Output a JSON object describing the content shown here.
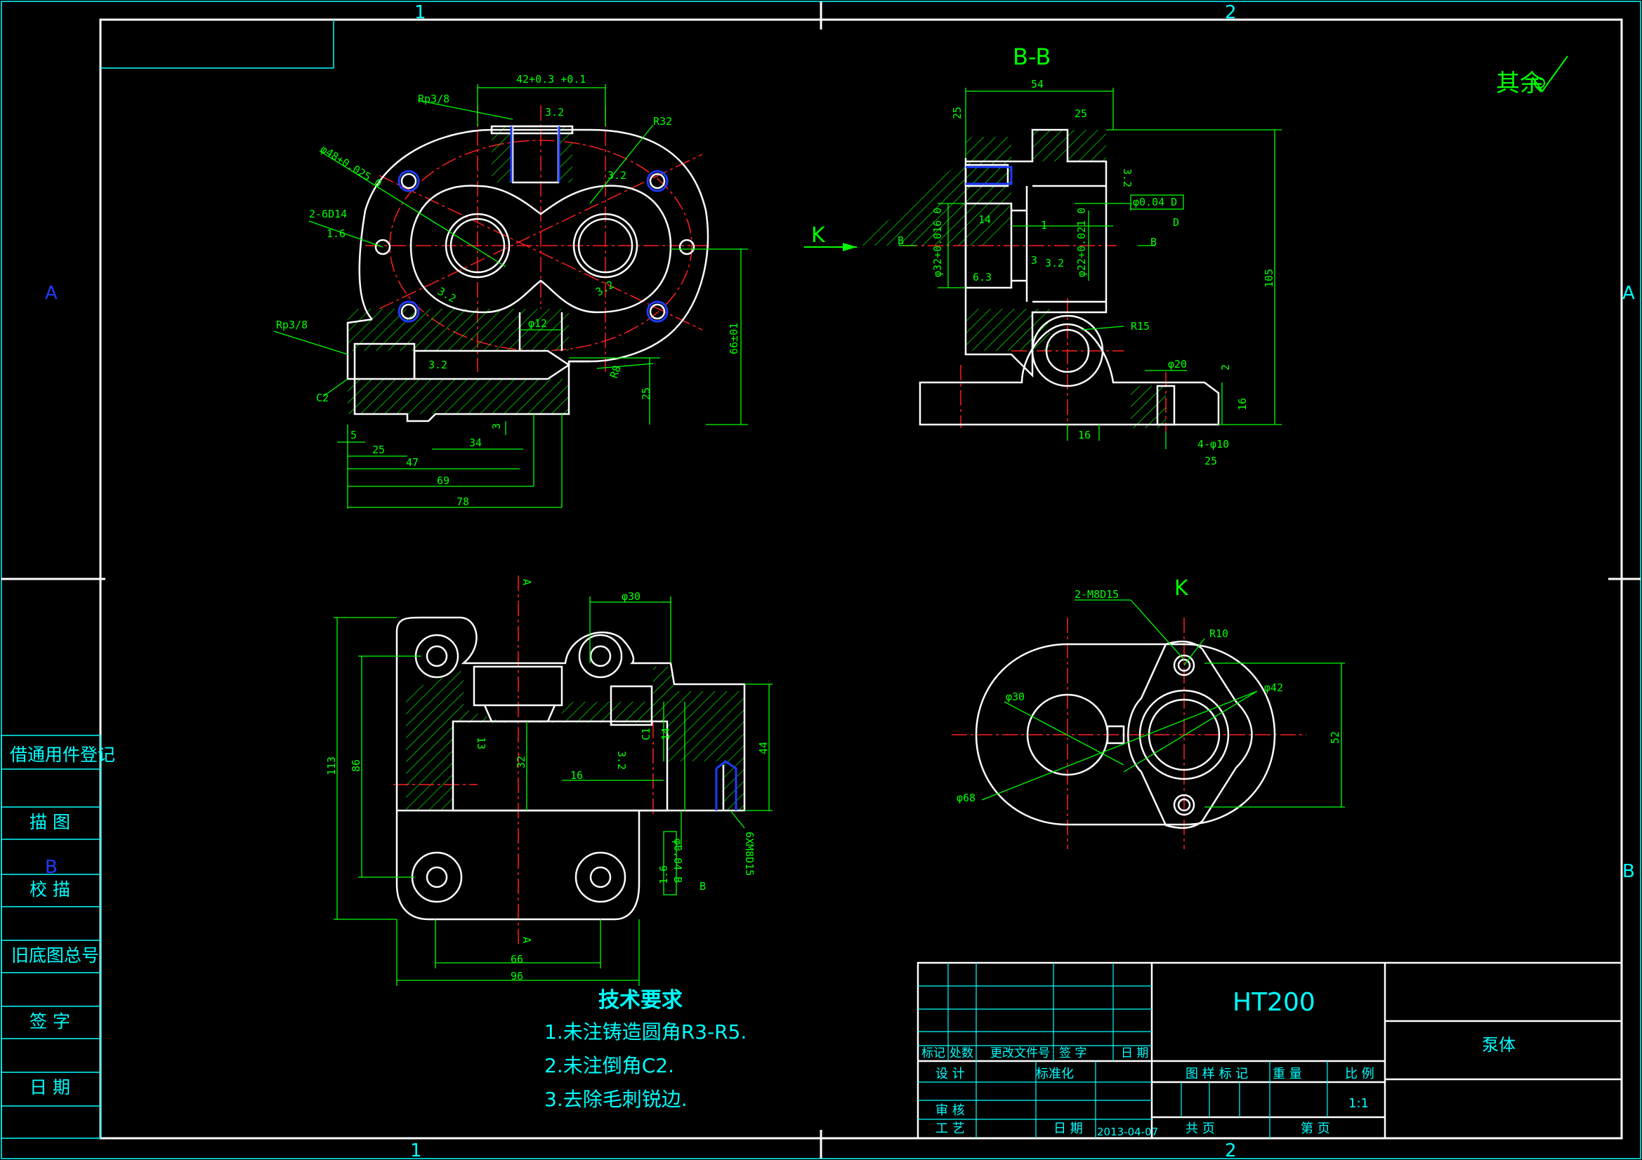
{
  "zone_markers": {
    "top": [
      "1",
      "2"
    ],
    "bottom": [
      "1",
      "2"
    ],
    "left": [
      "A",
      "B"
    ],
    "right": [
      "A",
      "B"
    ]
  },
  "section_titles": {
    "bb": "B-B",
    "k_view": "K",
    "view_arrow_k": "K",
    "section_a": "A"
  },
  "surface_note": "其余",
  "left_panel": [
    "借通用件登记",
    "描  图",
    "校  描",
    "旧底图总号",
    "签  字",
    "日  期"
  ],
  "top_view": {
    "dims": [
      "42+0.3 +0.1",
      "Rp3/8",
      "3.2",
      "R32",
      "φ48+0.025 0",
      "2-6D14",
      "1.6",
      "Rp3/8",
      "φ12",
      "C2",
      "R8",
      "25",
      "66±01",
      "5",
      "25",
      "47",
      "34",
      "69",
      "78",
      "3.2",
      "3.2",
      "3.2",
      "3.2",
      "3"
    ]
  },
  "section_bb": {
    "dims": [
      "54",
      "25",
      "25",
      "3.2",
      "φ0.04 D",
      "D",
      "14",
      "1",
      "B",
      "B",
      "φ32+0.016 0",
      "φ22+0.021 0",
      "3",
      "3.2",
      "6.3",
      "105",
      "R15",
      "φ20",
      "2",
      "16",
      "16",
      "4-φ10",
      "25"
    ]
  },
  "section_aa": {
    "dims": [
      "φ30",
      "113",
      "86",
      "13",
      "32",
      "16",
      "3.2",
      "C1",
      "14",
      "44",
      "1.6",
      "6XM8D15",
      "φ0.04 B",
      "B",
      "66",
      "96",
      "A",
      "A"
    ]
  },
  "view_k": {
    "dims": [
      "2-M8D15",
      "R10",
      "φ30",
      "φ42",
      "52",
      "φ68"
    ]
  },
  "tech_requirements": {
    "title": "技术要求",
    "items": [
      "1.未注铸造圆角R3-R5.",
      "2.未注倒角C2.",
      "3.去除毛刺锐边."
    ]
  },
  "title_block": {
    "material": "HT200",
    "part_name": "泵体",
    "headers": [
      "标记",
      "处数",
      "更改文件号",
      "签 字",
      "日 期"
    ],
    "design": "设 计",
    "standardize": "标准化",
    "review": "审 核",
    "process": "工 艺",
    "date_label": "日 期",
    "date": "2013-04-07",
    "drawing_mark": "图 样 标 记",
    "weight": "重 量",
    "scale": "比 例",
    "scale_value": "1:1",
    "total": "共      页",
    "sheet": "第      页"
  },
  "colors": {
    "outline": "#ffffff",
    "dimension": "#00ff00",
    "centerline": "#ff2020",
    "frame": "#00ffff",
    "hidden": "#1e3cff"
  }
}
